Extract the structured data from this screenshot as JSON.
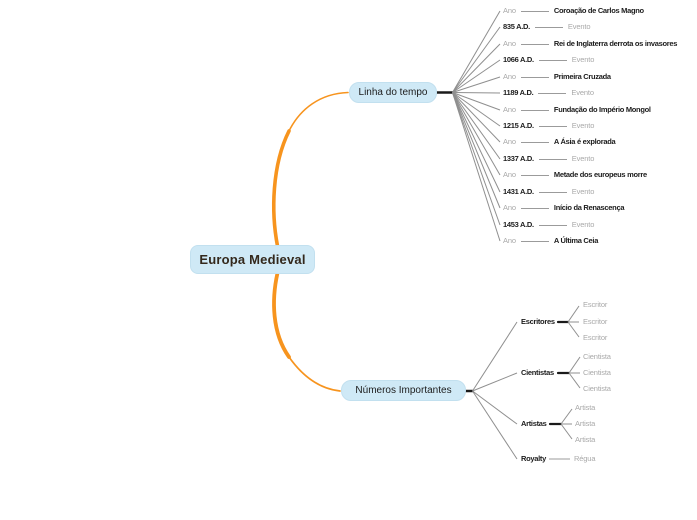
{
  "colors": {
    "node_fill": "#cfe9f6",
    "node_border": "#c2e0ef",
    "orange": "#f7941e",
    "fan": "#8f8f8f",
    "conn": "#9b9b9b",
    "stub": "#1a1a1a",
    "dark": "#1c1c1c",
    "gray": "#a9a9a9",
    "central_text": "#33281c",
    "bg": "#ffffff"
  },
  "central": {
    "label": "Europa Medieval"
  },
  "timeline": {
    "node_label": "Linha do tempo",
    "rows": [
      {
        "left": "Ano",
        "right": "Coroação de Carlos Magno"
      },
      {
        "left": "835 A.D.",
        "right": "Evento"
      },
      {
        "left": "Ano",
        "right": "Rei de Inglaterra derrota os invasores"
      },
      {
        "left": "1066 A.D.",
        "right": "Evento"
      },
      {
        "left": "Ano",
        "right": "Primeira Cruzada"
      },
      {
        "left": "1189 A.D.",
        "right": "Evento"
      },
      {
        "left": "Ano",
        "right": "Fundação do Império Mongol"
      },
      {
        "left": "1215 A.D.",
        "right": "Evento"
      },
      {
        "left": "Ano",
        "right": "A Ásia é explorada"
      },
      {
        "left": "1337 A.D.",
        "right": "Evento"
      },
      {
        "left": "Ano",
        "right": "Metade dos europeus morre"
      },
      {
        "left": "1431 A.D.",
        "right": "Evento"
      },
      {
        "left": "Ano",
        "right": "Início da Renascença"
      },
      {
        "left": "1453 A.D.",
        "right": "Evento"
      },
      {
        "left": "Ano",
        "right": "A Última Ceia"
      }
    ]
  },
  "numbers": {
    "node_label": "Números Importantes",
    "groups": [
      {
        "label": "Escritores",
        "children": [
          "Escritor",
          "Escritor",
          "Escritor"
        ]
      },
      {
        "label": "Cientistas",
        "children": [
          "Cientista",
          "Cientista",
          "Cientista"
        ]
      },
      {
        "label": "Artistas",
        "children": [
          "Artista",
          "Artista",
          "Artista"
        ]
      },
      {
        "label": "Royalty",
        "children": [
          "Régua"
        ]
      }
    ]
  }
}
